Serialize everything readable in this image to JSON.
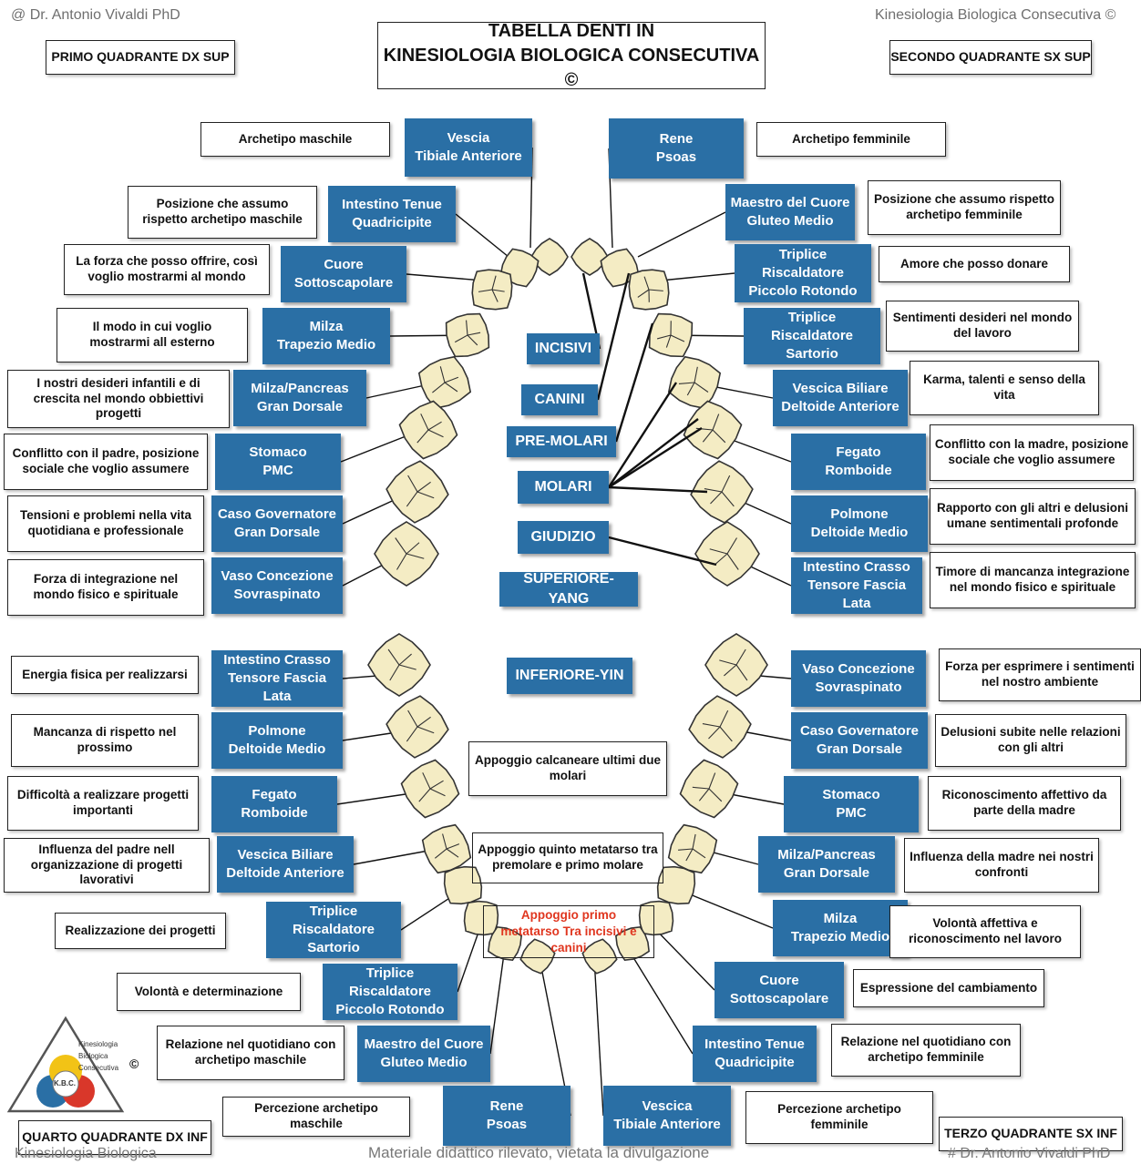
{
  "header": {
    "author_top_left": "@ Dr. Antonio Vivaldi PhD",
    "brand_top_right": "Kinesiologia Biologica Consecutiva ©",
    "title_line1": "TABELLA DENTI IN",
    "title_line2": "KINESIOLOGIA BIOLOGICA CONSECUTIVA ©"
  },
  "quadrants": {
    "q1": "PRIMO QUADRANTE DX SUP",
    "q2": "SECONDO QUADRANTE SX SUP",
    "q3": "TERZO QUADRANTE SX INF",
    "q4": "QUARTO QUADRANTE DX INF"
  },
  "center_labels": {
    "incisivi": "INCISIVI",
    "canini": "CANINI",
    "premolari": "PRE-MOLARI",
    "molari": "MOLARI",
    "giudizio": "GIUDIZIO",
    "superiore": "SUPERIORE-YANG",
    "inferiore": "INFERIORE-YIN"
  },
  "upper_left": [
    {
      "organ": [
        "Vescia",
        "Tibiale Anteriore"
      ],
      "text": "Archetipo maschile"
    },
    {
      "organ": [
        "Intestino Tenue",
        "Quadricipite"
      ],
      "text": "Posizione che assumo rispetto archetipo maschile"
    },
    {
      "organ": [
        "Cuore",
        "Sottoscapolare"
      ],
      "text": "La forza che posso offrire, così voglio mostrarmi al mondo"
    },
    {
      "organ": [
        "Milza",
        "Trapezio Medio"
      ],
      "text": "Il modo in cui voglio mostrarmi all esterno"
    },
    {
      "organ": [
        "Milza/Pancreas",
        "Gran Dorsale"
      ],
      "text": "I nostri desideri infantili e di crescita nel mondo obbiettivi progetti"
    },
    {
      "organ": [
        "Stomaco",
        "PMC"
      ],
      "text": "Conflitto con il padre, posizione sociale che voglio assumere"
    },
    {
      "organ": [
        "Caso Governatore",
        "Gran Dorsale"
      ],
      "text": "Tensioni e problemi nella vita quotidiana e professionale"
    },
    {
      "organ": [
        "Vaso Concezione",
        "Sovraspinato"
      ],
      "text": "Forza di integrazione nel mondo fisico e spirituale"
    }
  ],
  "upper_right": [
    {
      "organ": [
        "Rene",
        "Psoas"
      ],
      "text": "Archetipo femminile"
    },
    {
      "organ": [
        "Maestro del Cuore",
        "Gluteo Medio"
      ],
      "text": "Posizione che assumo rispetto archetipo femminile"
    },
    {
      "organ": [
        "Triplice Riscaldatore",
        "Piccolo Rotondo"
      ],
      "text": "Amore che posso donare"
    },
    {
      "organ": [
        "Triplice Riscaldatore",
        "Sartorio"
      ],
      "text": "Sentimenti desideri nel mondo del lavoro"
    },
    {
      "organ": [
        "Vescica Biliare",
        "Deltoide Anteriore"
      ],
      "text": "Karma, talenti e senso della vita"
    },
    {
      "organ": [
        "Fegato",
        "Romboide"
      ],
      "text": "Conflitto con la madre, posizione sociale che voglio assumere"
    },
    {
      "organ": [
        "Polmone",
        "Deltoide Medio"
      ],
      "text": "Rapporto con gli altri e delusioni umane sentimentali profonde"
    },
    {
      "organ": [
        "Intestino Crasso",
        "Tensore Fascia Lata"
      ],
      "text": "Timore di mancanza integrazione nel mondo fisico e spirituale"
    }
  ],
  "lower_left": [
    {
      "organ": [
        "Intestino Crasso",
        "Tensore Fascia Lata"
      ],
      "text": "Energia fisica per realizzarsi"
    },
    {
      "organ": [
        "Polmone",
        "Deltoide Medio"
      ],
      "text": "Mancanza di rispetto nel prossimo"
    },
    {
      "organ": [
        "Fegato",
        "Romboide"
      ],
      "text": "Difficoltà a realizzare progetti importanti"
    },
    {
      "organ": [
        "Vescica Biliare",
        "Deltoide Anteriore"
      ],
      "text": "Influenza del padre nell organizzazione di progetti lavorativi"
    },
    {
      "organ": [
        "Triplice Riscaldatore",
        "Sartorio"
      ],
      "text": "Realizzazione dei progetti"
    },
    {
      "organ": [
        "Triplice Riscaldatore",
        "Piccolo Rotondo"
      ],
      "text": "Volontà e determinazione"
    },
    {
      "organ": [
        "Maestro del Cuore",
        "Gluteo Medio"
      ],
      "text": "Relazione nel quotidiano con archetipo maschile"
    },
    {
      "organ": [
        "Rene",
        "Psoas"
      ],
      "text": "Percezione archetipo maschile"
    }
  ],
  "lower_right": [
    {
      "organ": [
        "Vaso Concezione",
        "Sovraspinato"
      ],
      "text": "Forza per esprimere i sentimenti nel nostro ambiente"
    },
    {
      "organ": [
        "Caso Governatore",
        "Gran Dorsale"
      ],
      "text": "Delusioni subite nelle relazioni con gli altri"
    },
    {
      "organ": [
        "Stomaco",
        "PMC"
      ],
      "text": "Riconoscimento affettivo da parte della madre"
    },
    {
      "organ": [
        "Milza/Pancreas",
        "Gran Dorsale"
      ],
      "text": "Influenza della madre nei nostri confronti"
    },
    {
      "organ": [
        "Milza",
        "Trapezio Medio"
      ],
      "text": "Volontà affettiva e riconoscimento nel lavoro"
    },
    {
      "organ": [
        "Cuore",
        "Sottoscapolare"
      ],
      "text": "Espressione del cambiamento"
    },
    {
      "organ": [
        "Intestino Tenue",
        "Quadricipite"
      ],
      "text": "Relazione nel quotidiano con archetipo femminile"
    },
    {
      "organ": [
        "Vescica",
        "Tibiale Anteriore"
      ],
      "text": "Percezione archetipo femminile"
    }
  ],
  "notes": {
    "calcaneare": "Appoggio calcaneare ultimi due molari",
    "metatarso5": "Appoggio quinto metatarso tra premolare e primo molare",
    "metatarso1": "Appoggio primo metatarso Tra incisivi e canini"
  },
  "logo": {
    "line1": "Kinesiologia",
    "line2": "Biologica",
    "line3": "Consecutiva",
    "mark": "K.B.C.",
    "copy": "©"
  },
  "footer": {
    "left": "Kinesiologia Biologica",
    "center": "Materiale didattico rilevato, vietata la divulgazione",
    "right": "# Dr. Antonio Vivaldi PhD"
  },
  "colors": {
    "organ_box": "#2a6fa5",
    "tooth": "#f4ecc4",
    "note_red": "#e0361f"
  }
}
